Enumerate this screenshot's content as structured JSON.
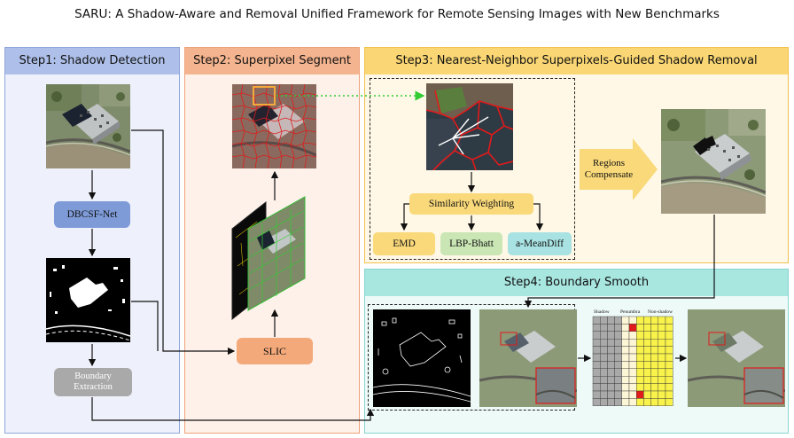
{
  "title": "SARU: A Shadow-Aware and Removal Unified Framework for Remote Sensing Images with New Benchmarks",
  "colors": {
    "step1_bg": "#eef1fb",
    "step1_border": "#8ea6da",
    "step1_head": "#aec0ea",
    "step2_bg": "#fdf1ea",
    "step2_border": "#efa27c",
    "step2_head": "#f4b48f",
    "step3_bg": "#fff8e6",
    "step3_border": "#f2c14e",
    "step3_head": "#fad774",
    "step4_bg": "#eefaf8",
    "step4_border": "#87d6cf",
    "step4_head": "#a8e6e0",
    "blue_node": "#7e9bd8",
    "orange_node": "#f4a97a",
    "yellow_node": "#f9d97a",
    "green_node": "#c9e6b4",
    "cyan_node": "#a9e2e2",
    "gray_node": "#a9a9a9",
    "superpixel_red": "#e01b1b",
    "guide_green": "#33cc33"
  },
  "steps": {
    "step1": {
      "label": "Step1: Shadow Detection"
    },
    "step2": {
      "label": "Step2: Superpixel Segment"
    },
    "step3": {
      "label": "Step3: Nearest-Neighbor Superpixels-Guided Shadow Removal"
    },
    "step4": {
      "label": "Step4: Boundary Smooth"
    }
  },
  "nodes": {
    "dbcsf": "DBCSF-Net",
    "boundary_line1": "Boundary",
    "boundary_line2": "Extraction",
    "slic": "SLIC",
    "similarity": "Similarity Weighting",
    "emd": "EMD",
    "lbp": "LBP-Bhatt",
    "amean": "a-MeanDiff",
    "regions_line1": "Regions",
    "regions_line2": "Compensate"
  },
  "grid_labels": {
    "shadow": "Shadow",
    "penumbra": "Penumbra",
    "nonshadow": "Non-shadow"
  }
}
